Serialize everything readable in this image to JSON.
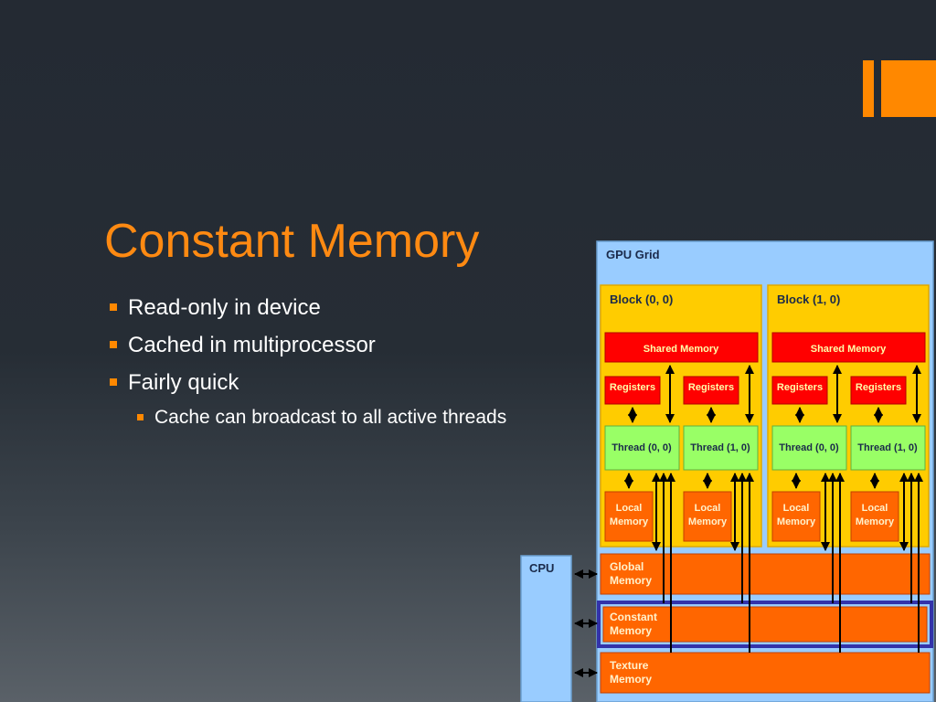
{
  "slide": {
    "title": "Constant Memory",
    "bullets": [
      "Read-only in device",
      "Cached in multiprocessor",
      "Fairly quick"
    ],
    "sub_bullets": [
      "Cache can broadcast to all active threads"
    ],
    "accent_color": "#ff8800"
  },
  "diagram": {
    "grid_label": "GPU Grid",
    "blocks": [
      {
        "label": "Block (0, 0)",
        "shared_memory": "Shared Memory",
        "registers": [
          "Registers",
          "Registers"
        ],
        "threads": [
          "Thread (0, 0)",
          "Thread (1, 0)"
        ],
        "local_memory": [
          "Local",
          "Memory"
        ]
      },
      {
        "label": "Block (1, 0)",
        "shared_memory": "Shared Memory",
        "registers": [
          "Registers",
          "Registers"
        ],
        "threads": [
          "Thread (0, 0)",
          "Thread (1, 0)"
        ],
        "local_memory": [
          "Local",
          "Memory"
        ]
      }
    ],
    "cpu_label": "CPU",
    "global_memory": [
      "Global",
      "Memory"
    ],
    "constant_memory": [
      "Constant",
      "Memory"
    ],
    "texture_memory": [
      "Texture",
      "Memory"
    ],
    "colors": {
      "grid": "#99ccff",
      "block": "#ffcc00",
      "shared_memory": "#ff0000",
      "registers": "#ff0000",
      "thread": "#99ff66",
      "local_memory": "#ff6600",
      "memory": "#ff6600",
      "highlight": "#3333aa"
    }
  }
}
